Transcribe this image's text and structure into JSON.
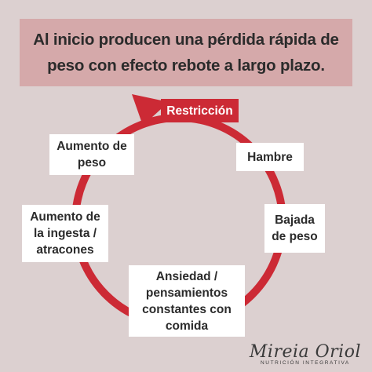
{
  "banner": {
    "text": "Al inicio producen una pérdida rápida de peso con efecto rebote a largo plazo."
  },
  "cycle": {
    "steps": [
      "Restricción",
      "Hambre",
      "Bajada de peso",
      "Ansiedad / pensamientos constantes con comida",
      "Aumento de la ingesta / atracones",
      "Aumento de peso"
    ],
    "arrow_color": "#cc2a35"
  },
  "logo": {
    "name": "Mireia Oriol",
    "tagline": "NUTRICIÓN INTEGRATIVA"
  },
  "colors": {
    "background": "#dcd0d0",
    "banner": "#d5a9aa",
    "accent": "#cc2a35"
  }
}
